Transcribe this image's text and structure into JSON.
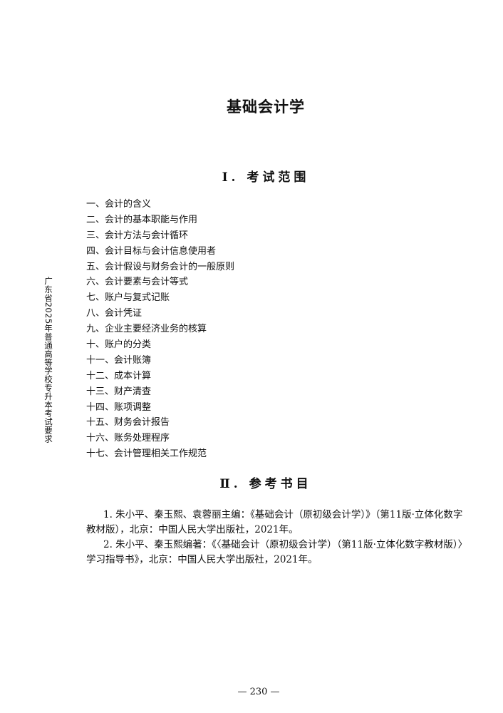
{
  "title": "基础会计学",
  "sections": {
    "scope": "Ⅰ. 考试范围",
    "refs": "Ⅱ. 参考书目"
  },
  "scope_items": [
    "一、会计的含义",
    "二、会计的基本职能与作用",
    "三、会计方法与会计循环",
    "四、会计目标与会计信息使用者",
    "五、会计假设与财务会计的一般原则",
    "六、会计要素与会计等式",
    "七、账户与复式记账",
    "八、会计凭证",
    "九、企业主要经济业务的核算",
    "十、账户的分类",
    "十一、会计账簿",
    "十二、成本计算",
    "十三、财产清查",
    "十四、账项调整",
    "十五、财务会计报告",
    "十六、账务处理程序",
    "十七、会计管理相关工作规范"
  ],
  "references": [
    "1. 朱小平、秦玉熙、袁蓉丽主编：《基础会计（原初级会计学）》（第11版·立体化数字教材版），北京：中国人民大学出版社，2021年。",
    "2. 朱小平、秦玉熙编著：《〈基础会计（原初级会计学）（第11版·立体化数字教材版）〉学习指导书》，北京：中国人民大学出版社，2021年。"
  ],
  "side_text": "广东省2025年普通高等学校专升本考试要求",
  "page_number": "— 230 —"
}
